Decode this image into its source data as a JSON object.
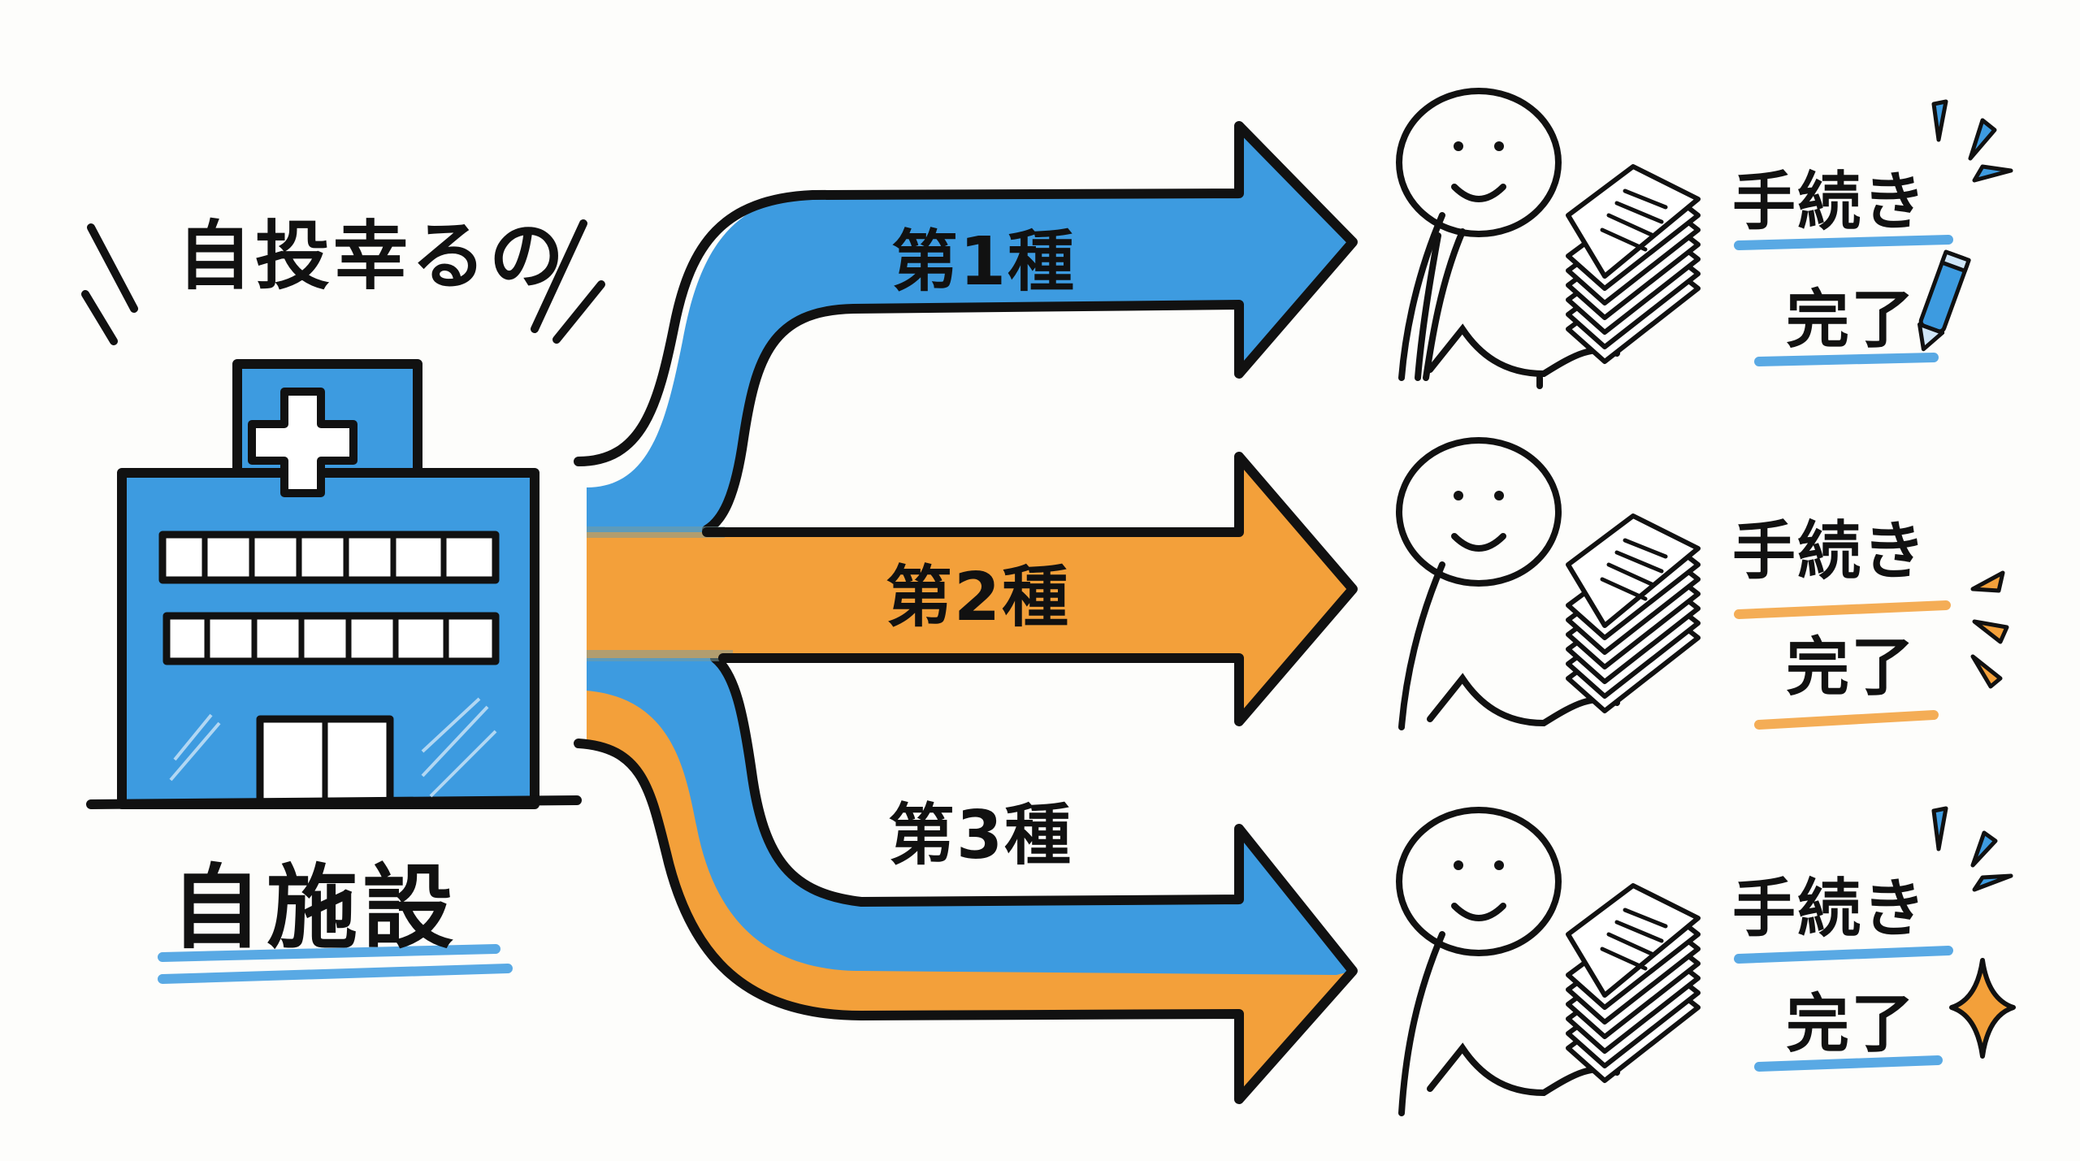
{
  "heading": {
    "text": "自投幸るの"
  },
  "facility": {
    "label": "自施設",
    "icon": "hospital-icon"
  },
  "branches": [
    {
      "label": "第1種",
      "color": "#3d9be0",
      "result": {
        "line1": "手続き",
        "line2": "完了",
        "accent": "#3d9be0",
        "decoration": "pencil-icon"
      }
    },
    {
      "label": "第2種",
      "color": "#f3a03a",
      "result": {
        "line1": "手続き",
        "line2": "完了",
        "accent": "#f3a03a",
        "decoration": "sparkle-lines-icon"
      }
    },
    {
      "label": "第3種",
      "color": "#3d9be0",
      "secondary_color": "#f3a03a",
      "result": {
        "line1": "手続き",
        "line2": "完了",
        "accent": "#3d9be0",
        "decoration": "star-sparkle-icon"
      }
    }
  ],
  "colors": {
    "blue": "#3d9be0",
    "orange": "#f3a03a",
    "ink": "#111111",
    "background": "#fdfdfb"
  }
}
